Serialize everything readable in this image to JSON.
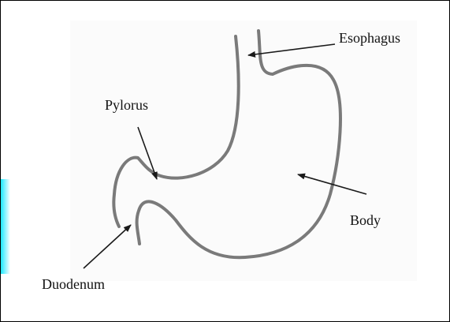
{
  "diagram": {
    "labels": {
      "esophagus": "Esophagus",
      "pylorus": "Pylorus",
      "body": "Body",
      "duodenum": "Duodenum"
    },
    "colors": {
      "outline": "#7a7a7a",
      "arrow": "#1a1a1a",
      "border": "#000000",
      "accent": "#00e6ff"
    }
  }
}
